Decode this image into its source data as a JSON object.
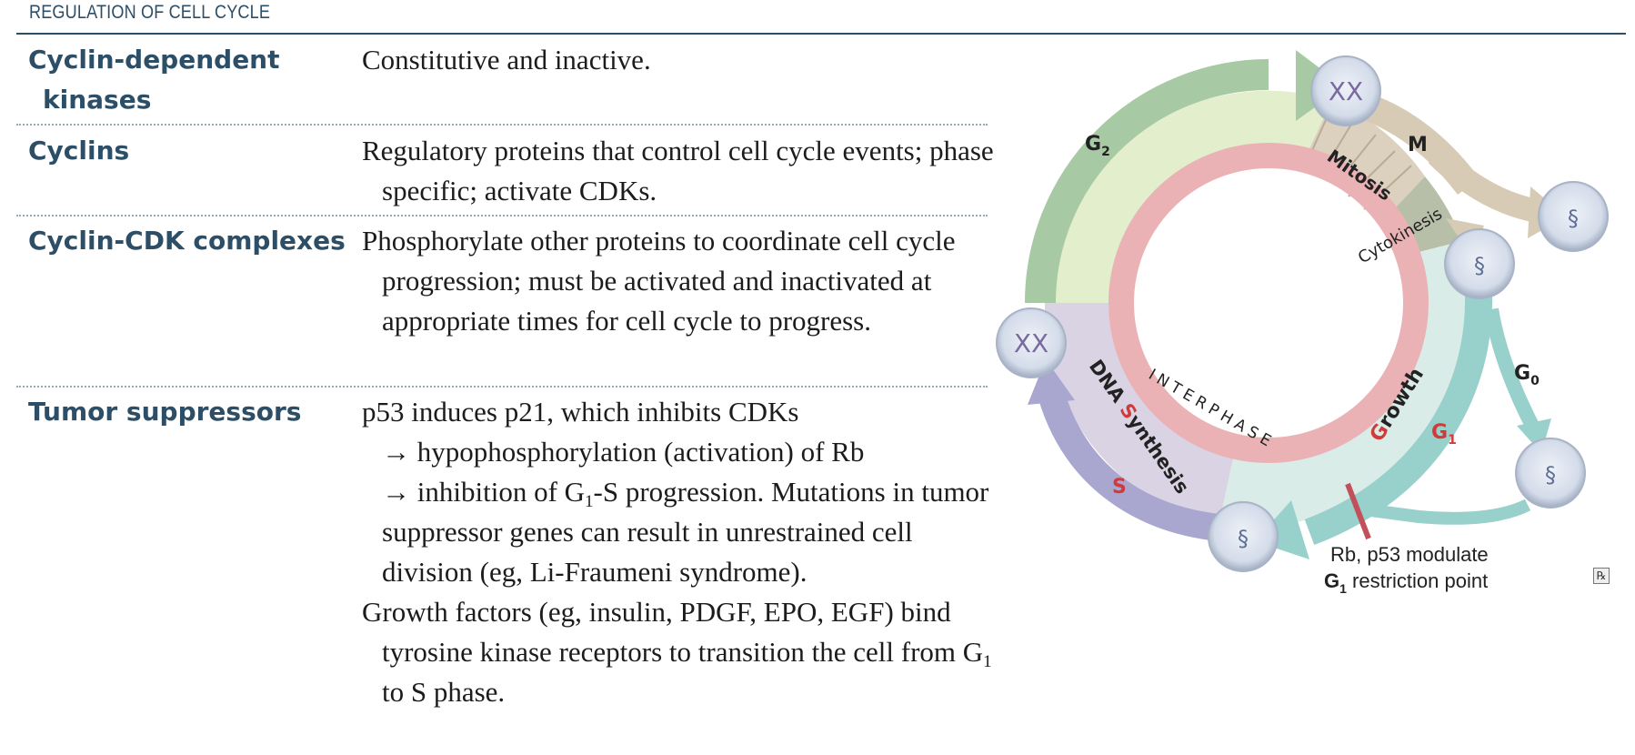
{
  "header": {
    "section_title": "REGULATION OF CELL CYCLE"
  },
  "rows": [
    {
      "term_line1": "Cyclin-dependent",
      "term_line2": "kinases",
      "description": "Constitutive and inactive."
    },
    {
      "term": "Cyclins",
      "description": "Regulatory proteins that control cell cycle events; phase specific; activate CDKs."
    },
    {
      "term": "Cyclin-CDK complexes",
      "description": "Phosphorylate other proteins to coordinate cell cycle progression; must be activated and inactivated at appropriate times for cell cycle to progress."
    },
    {
      "term": "Tumor suppressors",
      "p53_line1": "p53 induces p21, which inhibits CDKs",
      "p53_line2": "→ hypophosphorylation (activation) of Rb",
      "p53_line3_pre": "→ inhibition of G",
      "p53_line3_sub": "1",
      "p53_line3_post": "-S progression. Mutations",
      "p53_rest": "in tumor suppressor genes can result in unrestrained cell division (eg, Li-Fraumeni syndrome).",
      "growth_pre": "Growth factors (eg, insulin, PDGF, EPO, EGF) bind tyrosine kinase receptors to transition the cell from G",
      "growth_sub": "1",
      "growth_post": " to S phase."
    }
  ],
  "figure": {
    "label_g2": "G",
    "label_g2_sub": "2",
    "label_m": "M",
    "label_mitosis": "Mitosis",
    "label_cytokinesis": "Cytokinesis",
    "label_interphase": "INTERPHASE",
    "label_dna_synthesis_pre": "DNA ",
    "label_dna_synthesis_s": "S",
    "label_dna_synthesis_post": "ynthesis",
    "label_growth_g": "G",
    "label_growth_rest": "rowth",
    "label_s": "S",
    "label_g1": "G",
    "label_g1_sub": "1",
    "label_g0": "G",
    "label_g0_sub": "0",
    "restriction_line1": "Rb, p53 modulate",
    "restriction_line2_g": "G",
    "restriction_line2_sub": "1",
    "restriction_line2_rest": " restriction point",
    "rx_badge": "℞",
    "colors": {
      "g2_arc": "#a7c9a4",
      "m_arc": "#d7cbb6",
      "g1_arc": "#98d0cb",
      "s_arc": "#a9a6cf",
      "interphase_ring": "#eab2b5",
      "restriction_bar": "#c2505a",
      "red_text": "#d23a3a"
    }
  }
}
